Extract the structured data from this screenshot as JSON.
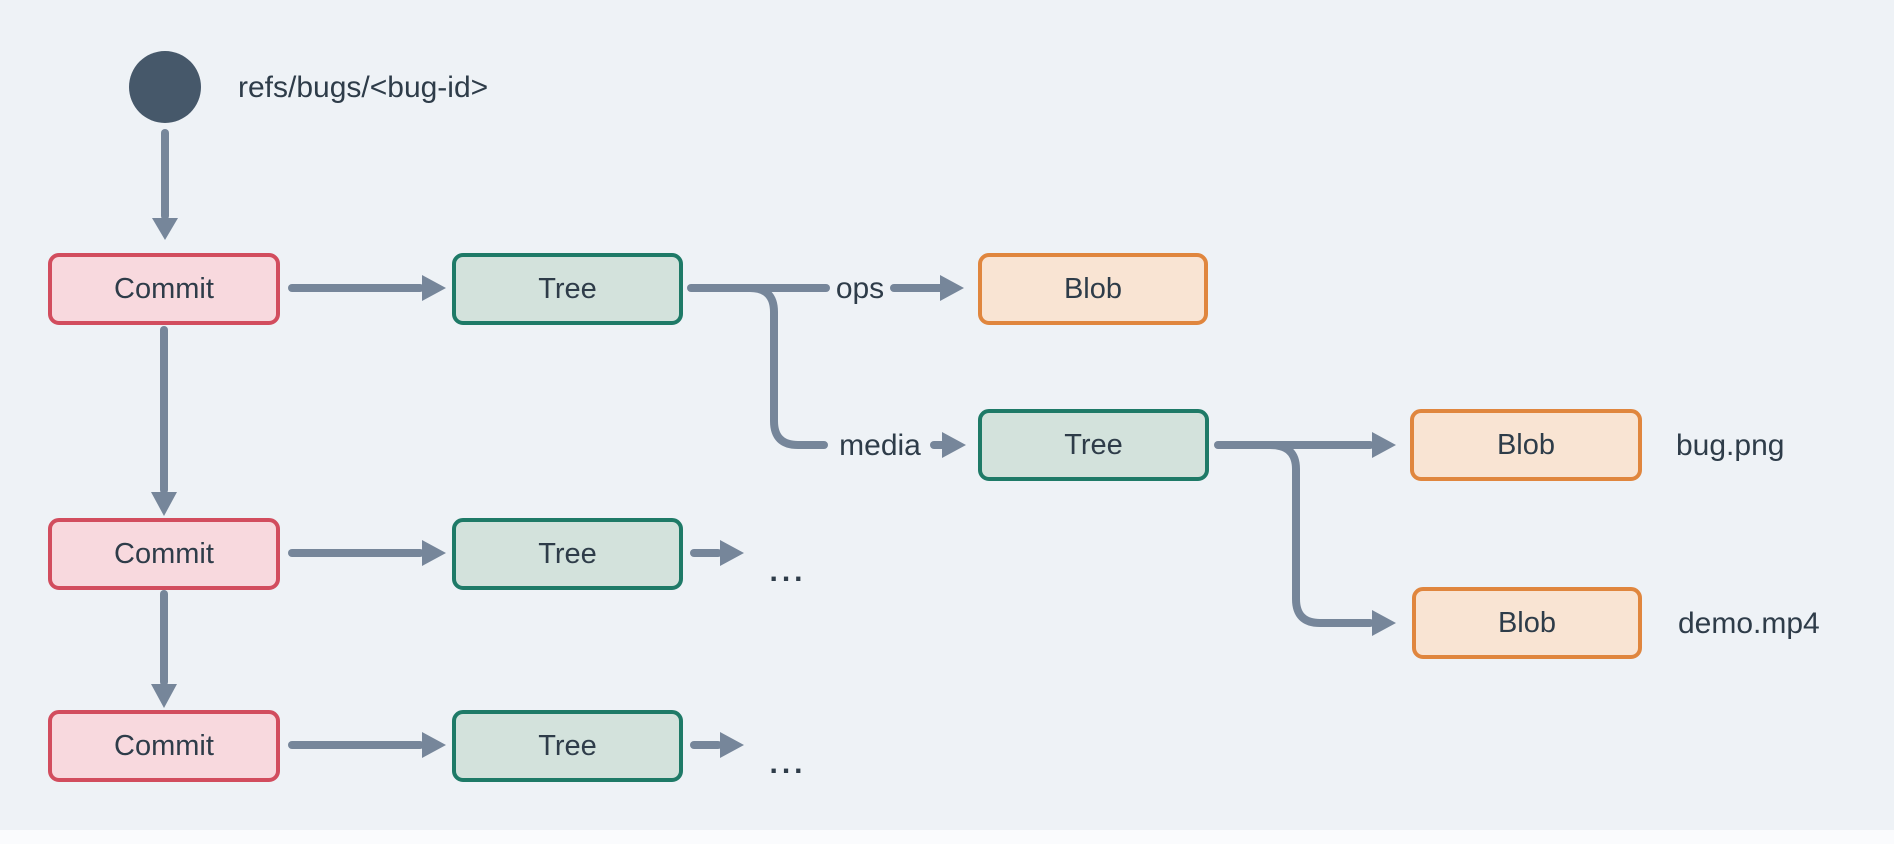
{
  "diagram": {
    "ref": {
      "label": "refs/bugs/<bug-id>"
    },
    "node_types": {
      "commit": "Commit",
      "tree": "Tree",
      "blob": "Blob"
    },
    "edge_labels": {
      "ops": "ops",
      "media": "media"
    },
    "file_annotations": {
      "bug_png": "bug.png",
      "demo_mp4": "demo.mp4"
    },
    "ellipsis": "..."
  },
  "colors": {
    "background": "#eef2f6",
    "canvas_footer": "#fafbfd",
    "ref_circle": "#46586a",
    "connector": "#76869a",
    "text": "#2e3c49",
    "commit_fill": "#f8d9de",
    "commit_border": "#d24d5e",
    "tree_fill": "#d3e2dc",
    "tree_border": "#1e7a67",
    "blob_fill": "#f9e4d3",
    "blob_border": "#e0863e"
  }
}
